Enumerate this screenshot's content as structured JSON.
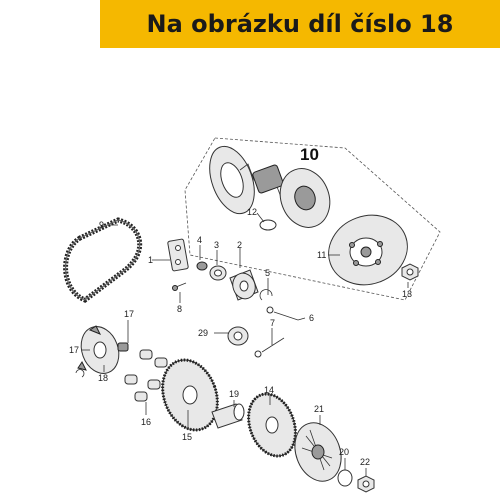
{
  "banner": {
    "text": "Na obrázku díl číslo 18",
    "color": "#f5b800"
  },
  "labels": {
    "l1": "1",
    "l2": "2",
    "l3": "3",
    "l4": "4",
    "l5": "5",
    "l6": "6",
    "l7": "7",
    "l8": "8",
    "l9": "9",
    "l10": "10",
    "l11": "11",
    "l12": "12",
    "l13": "13",
    "l14": "14",
    "l15": "15",
    "l16": "16",
    "l17a": "17",
    "l17b": "17",
    "l18": "18",
    "l19": "19",
    "l20": "20",
    "l21": "21",
    "l22": "22",
    "l29": "29"
  }
}
